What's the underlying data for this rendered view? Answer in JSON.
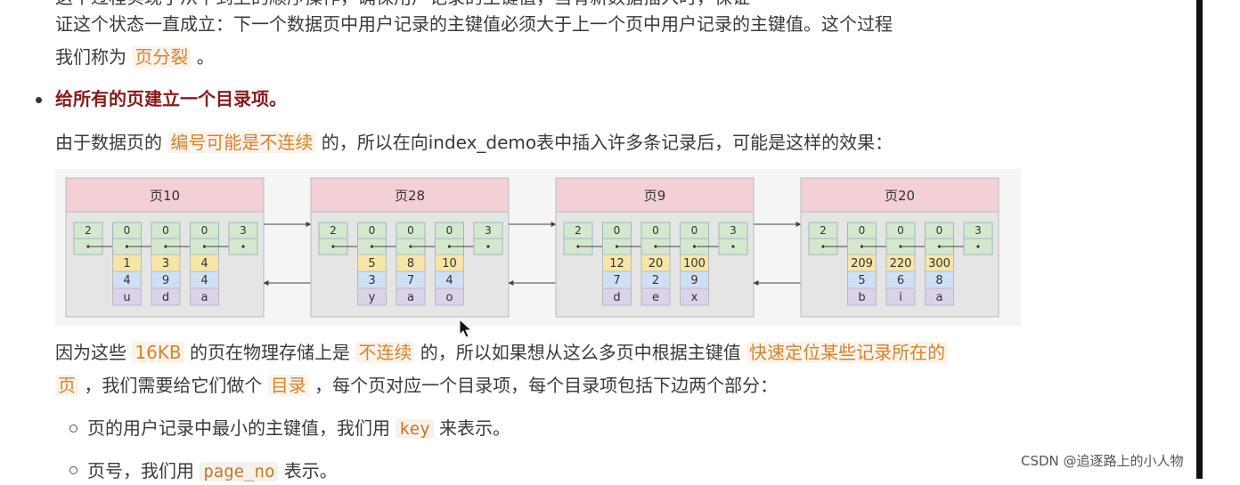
{
  "top_cut_text": "这个过程实现了从下到上的顺序操作，确保用户记录的主键值，当有新数据插入时，保证",
  "p1": {
    "line1": "证这个状态一直成立：下一个数据页中用户记录的主键值必须大于上一个页中用户记录的主键值。这个过程",
    "line2_pre": "我们称为",
    "line2_hl": "页分裂",
    "line2_post": "。"
  },
  "heading": "给所有的页建立一个目录项。",
  "p2": {
    "pre": "由于数据页的",
    "hl": "编号可能是不连续",
    "post": "的，所以在向index_demo表中插入许多条记录后，可能是这样的效果："
  },
  "diagram": {
    "pages": [
      {
        "title": "页10",
        "min": "2",
        "max": "3",
        "heads": [
          "0",
          "0",
          "0"
        ],
        "keys": [
          "1",
          "3",
          "4"
        ],
        "cols": [
          "4",
          "9",
          "4"
        ],
        "vals": [
          "u",
          "d",
          "a"
        ]
      },
      {
        "title": "页28",
        "min": "2",
        "max": "3",
        "heads": [
          "0",
          "0",
          "0"
        ],
        "keys": [
          "5",
          "8",
          "10"
        ],
        "cols": [
          "3",
          "7",
          "4"
        ],
        "vals": [
          "y",
          "a",
          "o"
        ]
      },
      {
        "title": "页9",
        "min": "2",
        "max": "3",
        "heads": [
          "0",
          "0",
          "0"
        ],
        "keys": [
          "12",
          "20",
          "100"
        ],
        "cols": [
          "7",
          "2",
          "9"
        ],
        "vals": [
          "d",
          "e",
          "x"
        ]
      },
      {
        "title": "页20",
        "min": "2",
        "max": "3",
        "heads": [
          "0",
          "0",
          "0"
        ],
        "keys": [
          "209",
          "220",
          "300"
        ],
        "cols": [
          "5",
          "6",
          "8"
        ],
        "vals": [
          "b",
          "i",
          "a"
        ]
      }
    ]
  },
  "p3": {
    "l1_pre": "因为这些",
    "l1_hl1": "16KB",
    "l1_mid": "的页在物理存储上是",
    "l1_hl2": "不连续",
    "l1_mid2": "的，所以如果想从这么多页中根据主键值",
    "l1_hl3": "快速定位某些记录所在的",
    "l2_hl": "页",
    "l2_mid": "，我们需要给它们做个",
    "l2_hl2": "目录",
    "l2_post": "，每个页对应一个目录项，每个目录项包括下边两个部分："
  },
  "list": [
    {
      "pre": "页的用户记录中最小的主键值，我们用",
      "code": "key",
      "post": "来表示。"
    },
    {
      "pre": "页号，我们用",
      "code": "page_no",
      "post": "表示。"
    }
  ],
  "watermark": "CSDN @追逐路上的小人物",
  "colors": {
    "header": "#f3d0d6",
    "body": "#e5e5e5",
    "green": "#d5e8cf",
    "yellow": "#f7e5a8",
    "blue": "#cfe0f6",
    "purple": "#dcd2ea",
    "highlight": "#d9822b",
    "heading": "#8b1a1a"
  }
}
